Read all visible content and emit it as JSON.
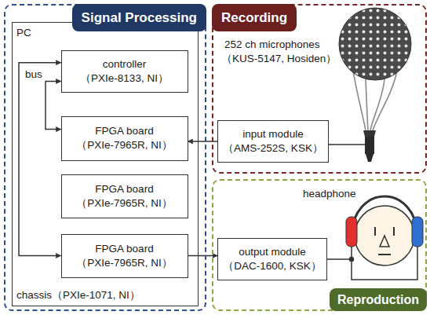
{
  "diagram": {
    "nodes": [
      {
        "text": [
          "Signal Processing"
        ]
      },
      {
        "text": [
          "PC",
          "chassis（PXIe-1071, NI）"
        ],
        "in": 0
      },
      {
        "text": [
          "controller",
          "（PXIe-8133, NI）"
        ],
        "in": 1
      },
      {
        "text": [
          "FPGA board",
          "（PXIe-7965R, NI）"
        ],
        "in": 1
      },
      {
        "text": [
          "FPGA board",
          "（PXIe-7965R, NI）"
        ],
        "in": 1
      },
      {
        "text": [
          "FPGA board",
          "（PXIe-7965R, NI）"
        ],
        "in": 1
      },
      {
        "text": [
          "Recording"
        ]
      },
      {
        "text": [
          "input module",
          "（AMS-252S, KSK）"
        ],
        "in": 6
      },
      {
        "text": [
          "Reproduction"
        ]
      },
      {
        "text": [
          "output module",
          "（DAC-1600, KSK）"
        ],
        "in": 8
      }
    ],
    "edges": [
      {
        "from": 2,
        "to": 3,
        "arrow": "both"
      },
      {
        "from": 2,
        "to": 5,
        "arrow": "both"
      },
      {
        "from": 7,
        "to": 3,
        "arrow": "to"
      },
      {
        "from": 5,
        "to": 9,
        "arrow": "to"
      }
    ],
    "labels": [
      "bus",
      "252 ch microphones",
      "（KUS-5147, Hosiden）",
      "headphone"
    ]
  }
}
